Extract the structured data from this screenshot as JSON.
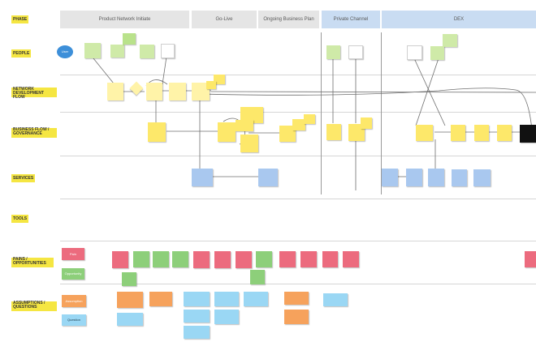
{
  "board": {
    "title": "",
    "phases": [
      "Product Network Initiate",
      "Go-Live",
      "Ongoing Business Plan",
      "Private Channel",
      "DEX"
    ],
    "rows": [
      {
        "id": "phases",
        "label": "PHASE"
      },
      {
        "id": "people",
        "label": "PEOPLE"
      },
      {
        "id": "network",
        "label": "NETWORK DEVELOPMENT FLOW"
      },
      {
        "id": "business",
        "label": "BUSINESS FLOW / GOVERNANCE"
      },
      {
        "id": "services",
        "label": "SERVICES"
      },
      {
        "id": "tools",
        "label": "TOOLS"
      },
      {
        "id": "pain",
        "label": "PAINS / OPPORTUNITIES"
      },
      {
        "id": "questions",
        "label": "ASSUMPTIONS / QUESTIONS"
      }
    ],
    "persona_label": "User",
    "legend": {
      "pain": "Pain",
      "opportunity": "Opportunity",
      "assumption": "Assumption",
      "question": "Question"
    }
  },
  "colors": {
    "phase": "#e5e5e5",
    "phase_blue": "#c9dcf2",
    "highlight": "#f5e642",
    "persona": "#3d8fd9"
  }
}
